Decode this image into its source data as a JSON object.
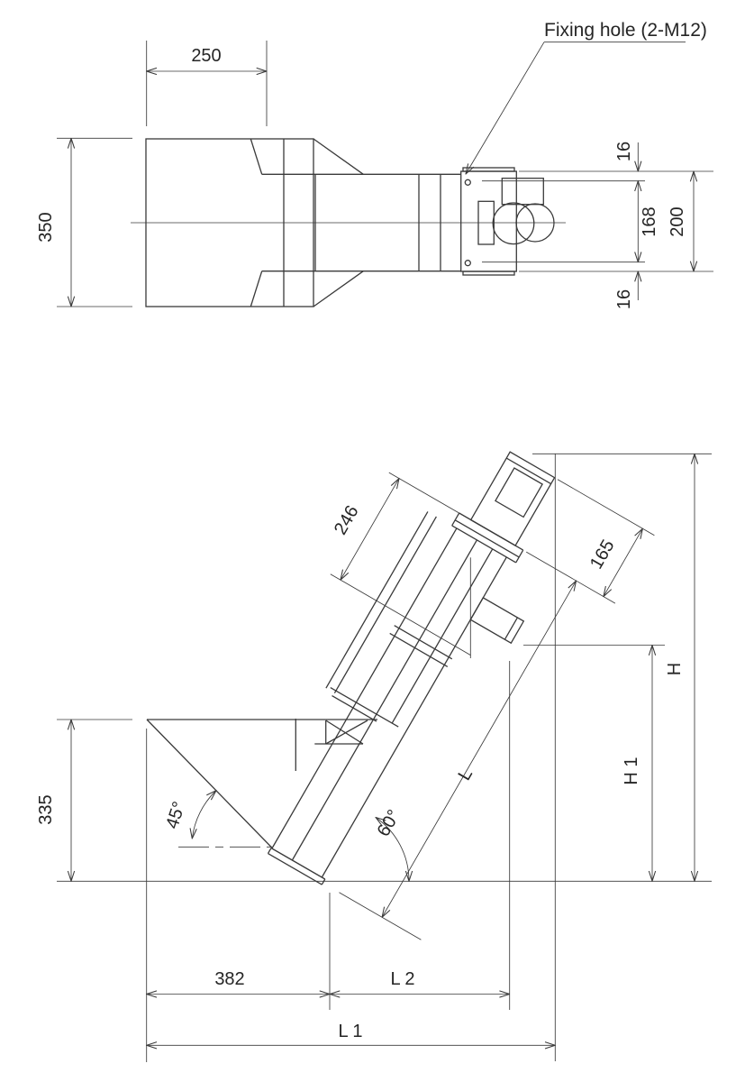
{
  "drawing": {
    "type": "technical-2-view-dimension-drawing",
    "subject": "inclined screw conveyor with feed hopper",
    "background_color": "#ffffff",
    "line_color": "#3a3a3a",
    "callout": "Fixing hole (2-M12)",
    "top_view": {
      "hopper_width": "250",
      "hopper_depth": "350",
      "hole_offset_top": "16",
      "hole_spacing": "168",
      "plate_height": "200",
      "hole_offset_bottom": "16"
    },
    "side_view": {
      "cover_length": "246",
      "motor_length": "165",
      "overall_height": "H",
      "discharge_height": "H 1",
      "conveyor_length": "L",
      "hopper_angle": "45°",
      "incline_angle": "60°",
      "hopper_height": "335",
      "hopper_reach": "382",
      "base_run": "L 2",
      "overall_run": "L 1"
    }
  }
}
